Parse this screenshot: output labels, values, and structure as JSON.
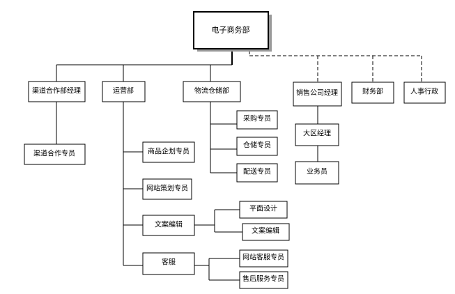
{
  "org_chart": {
    "root": "电子商务部",
    "departments": {
      "channel_manager": "渠道合作部经理",
      "channel_specialist": "渠道合作专员",
      "operations": "运营部",
      "product_planning": "商品企划专员",
      "site_planning": "网站策划专员",
      "copy_editing": "文案编辑",
      "graphic_design": "平面设计",
      "copy_editing_sub": "文案编辑",
      "customer_service": "客服",
      "online_cs": "网站客服专员",
      "after_sales": "售后服务专员",
      "logistics": "物流仓储部",
      "purchasing": "采购专员",
      "warehousing": "仓储专员",
      "delivery": "配送专员",
      "sales_manager": "销售公司经理",
      "regional_manager": "大区经理",
      "salesperson": "业务员",
      "finance": "财务部",
      "hr_admin": "人事行政"
    }
  }
}
